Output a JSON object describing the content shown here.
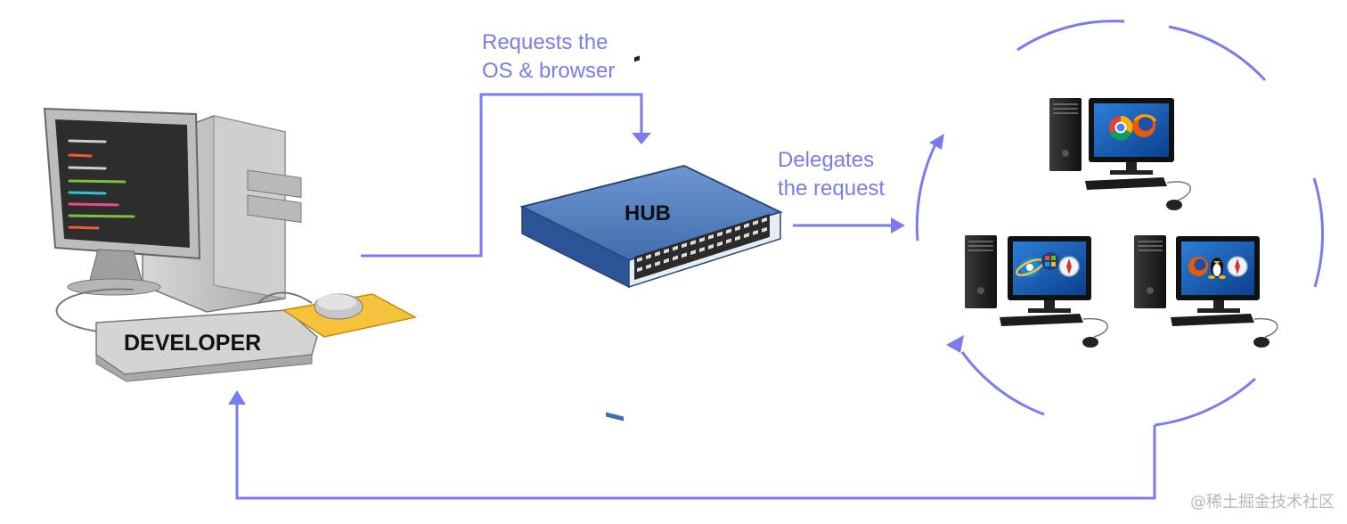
{
  "labels": {
    "requests_line1": "Requests the",
    "requests_line2": "OS & browser",
    "delegates_line1": "Delegates",
    "delegates_line2": "the request",
    "hub": "HUB",
    "developer": "DEVELOPER",
    "watermark": "@稀土掘金技术社区"
  },
  "colors": {
    "accent": "#7b7bf0",
    "hub_blue": "#3f6db0",
    "text_dark": "#111111"
  },
  "icons": [
    "developer-workstation-icon",
    "hub-switch-icon",
    "chrome-logo",
    "firefox-logo",
    "safari-logo",
    "ie-logo",
    "windows-logo",
    "linux-tux-logo"
  ]
}
